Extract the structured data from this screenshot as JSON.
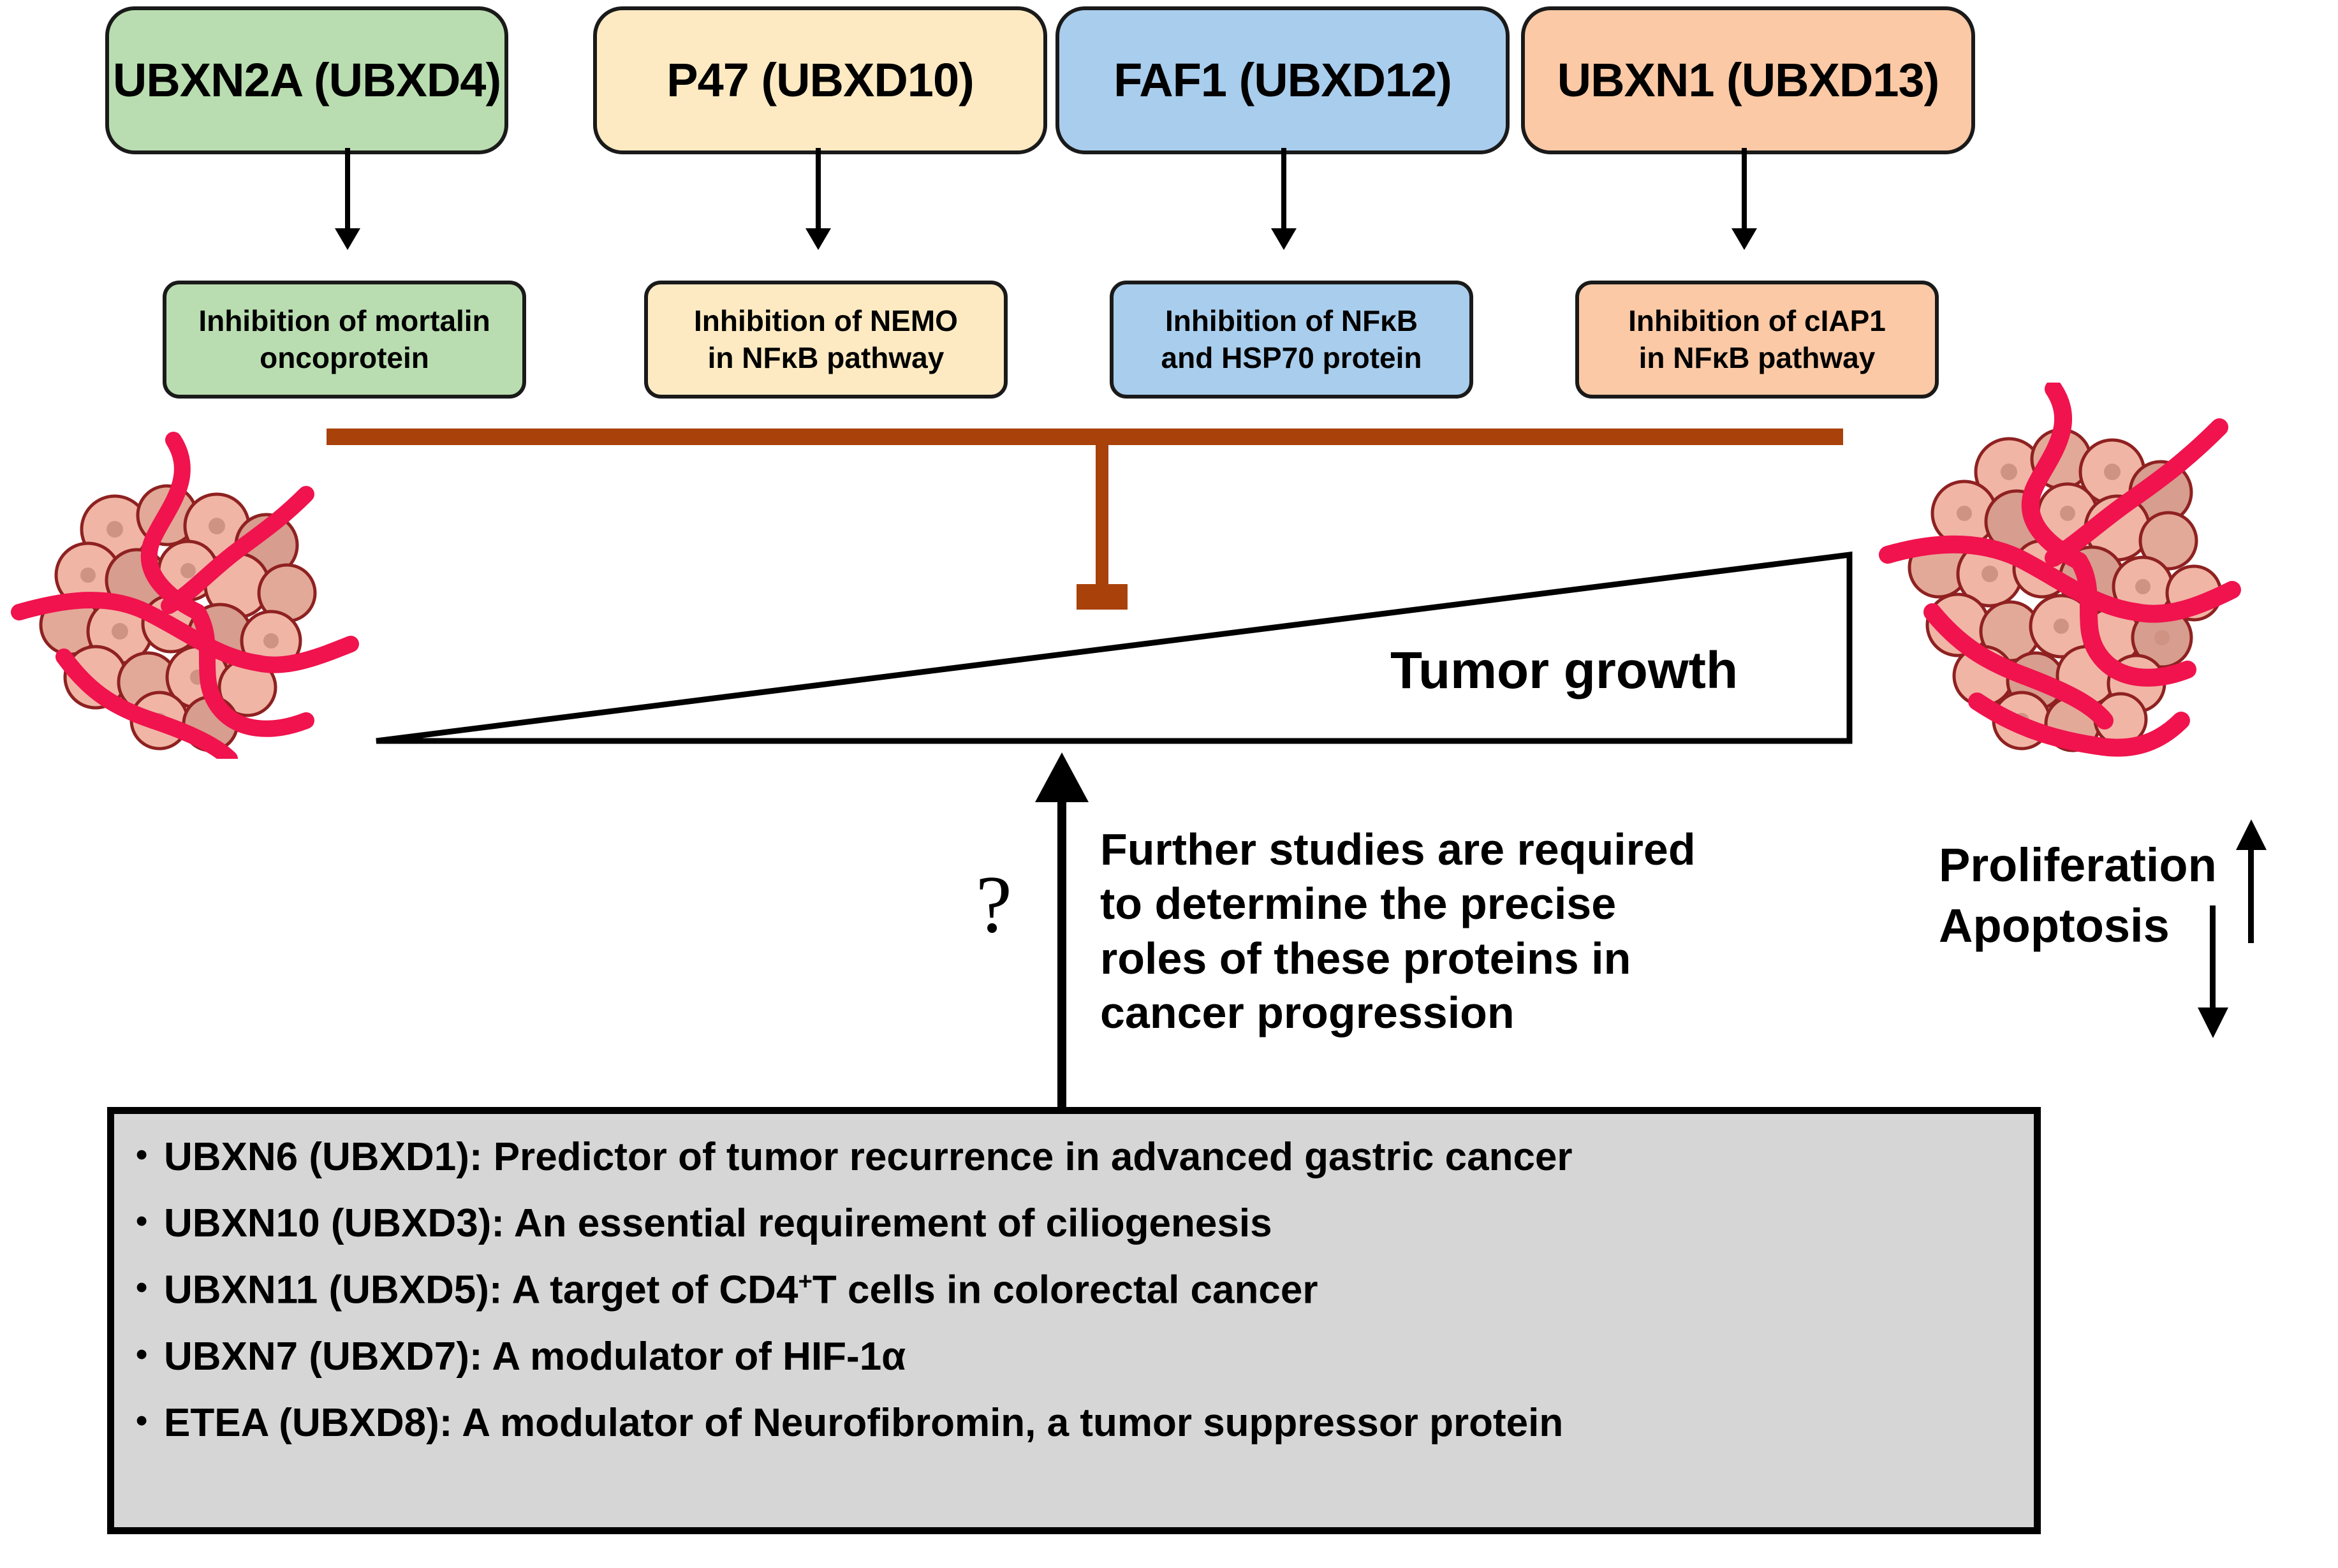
{
  "proteins": [
    {
      "name": "UBXN2A (UBXD4)",
      "color": "#b9ddb0",
      "function": "Inhibition of mortalin oncoprotein",
      "function_lines": [
        "Inhibition of mortalin",
        "oncoprotein"
      ]
    },
    {
      "name": "P47 (UBXD10)",
      "color": "#fdeac2",
      "function": "Inhibition of NEMO in NFκB pathway",
      "function_lines": [
        "Inhibition of NEMO",
        "in NFκB pathway"
      ]
    },
    {
      "name": "FAF1 (UBXD12)",
      "color": "#a9cdec",
      "function": "Inhibition of NFκB and HSP70 protein",
      "function_lines": [
        "Inhibition of NFκB",
        "and HSP70 protein"
      ]
    },
    {
      "name": "UBXN1 (UBXD13)",
      "color": "#fbc9a5",
      "function": "Inhibition of cIAP1 in NFκB pathway",
      "function_lines": [
        "Inhibition of cIAP1",
        "in NFκB pathway"
      ]
    }
  ],
  "diagram": {
    "tumor_growth_label": "Tumor growth",
    "question_mark": "?",
    "further_studies_lines": [
      "Further studies are required",
      "to determine the precise",
      "roles of these proteins in",
      "cancer progression"
    ],
    "proliferation_label": "Proliferation",
    "apoptosis_label": "Apoptosis",
    "inhibition_bar_color": "#a9410a",
    "tumor_cell_fill": "#f0b5a5",
    "tumor_cell_fill_dark": "#d79d8e",
    "tumor_cell_stroke": "#8f2121",
    "tumor_vessel_color": "#f0134d"
  },
  "bullets": [
    {
      "bullet": "•",
      "gene": "UBXN6 (UBXD1): ",
      "text": "Predictor of tumor recurrence in advanced gastric cancer",
      "full": "UBXN6 (UBXD1): Predictor of tumor recurrence in advanced gastric cancer"
    },
    {
      "bullet": "•",
      "gene": "UBXN10 (UBXD3): ",
      "text": "An essential requirement of ciliogenesis",
      "full": "UBXN10 (UBXD3): An essential requirement of ciliogenesis"
    },
    {
      "bullet": "•",
      "gene": "UBXN11 (UBXD5): ",
      "text": "A target of CD4+T cells in colorectal cancer",
      "full": "UBXN11 (UBXD5): A target of CD4⁺T cells in colorectal cancer"
    },
    {
      "bullet": "•",
      "gene": "UBXN7 (UBXD7): ",
      "text": "A modulator of HIF-1α",
      "full": "UBXN7 (UBXD7): A modulator of HIF-1α"
    },
    {
      "bullet": "•",
      "gene": "ETEA (UBXD8): ",
      "text": "A modulator of Neurofibromin, a tumor suppressor protein",
      "full": "ETEA (UBXD8): A modulator of Neurofibromin, a tumor suppressor protein"
    }
  ]
}
